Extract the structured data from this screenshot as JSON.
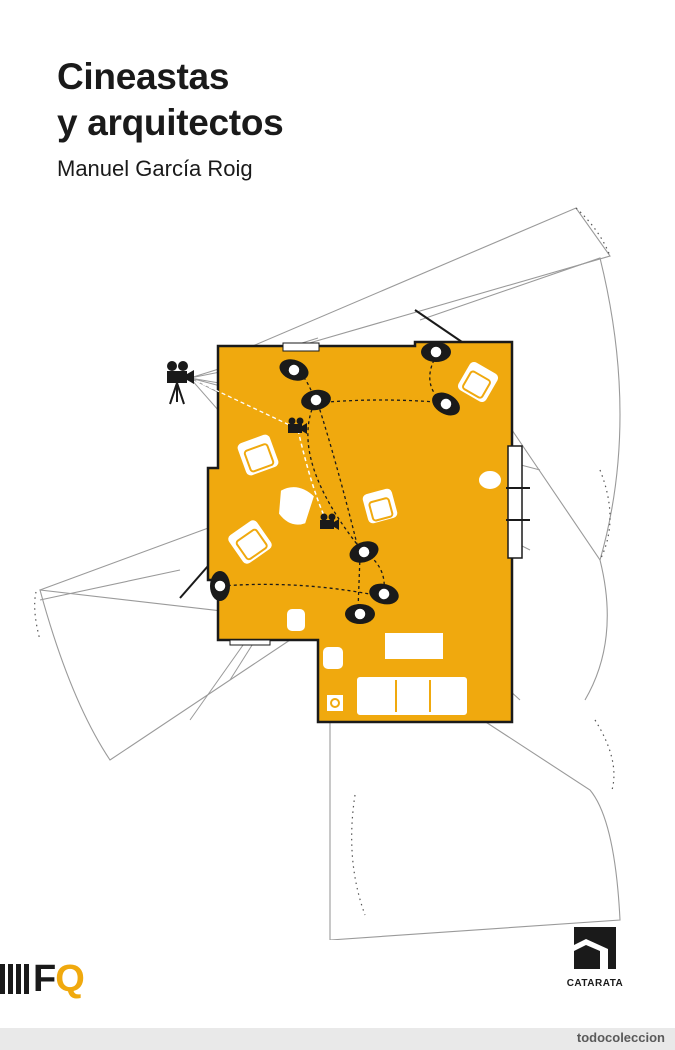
{
  "cover": {
    "title_lines": [
      "Cineastas",
      "y arquitectos"
    ],
    "author": "Manuel García Roig",
    "series_logo_text": [
      "F",
      "Q"
    ],
    "publisher": "CATARATA"
  },
  "watermark": "todocoleccion",
  "colors": {
    "floorplan": "#f0a90e",
    "ink": "#1a1a1a",
    "lines": "#9a9a9a",
    "page": "#ffffff"
  },
  "icons": [
    "film-camera-icon",
    "actor-figure-icon",
    "armchair-icon",
    "sofa-icon",
    "catarata-logo-icon"
  ]
}
